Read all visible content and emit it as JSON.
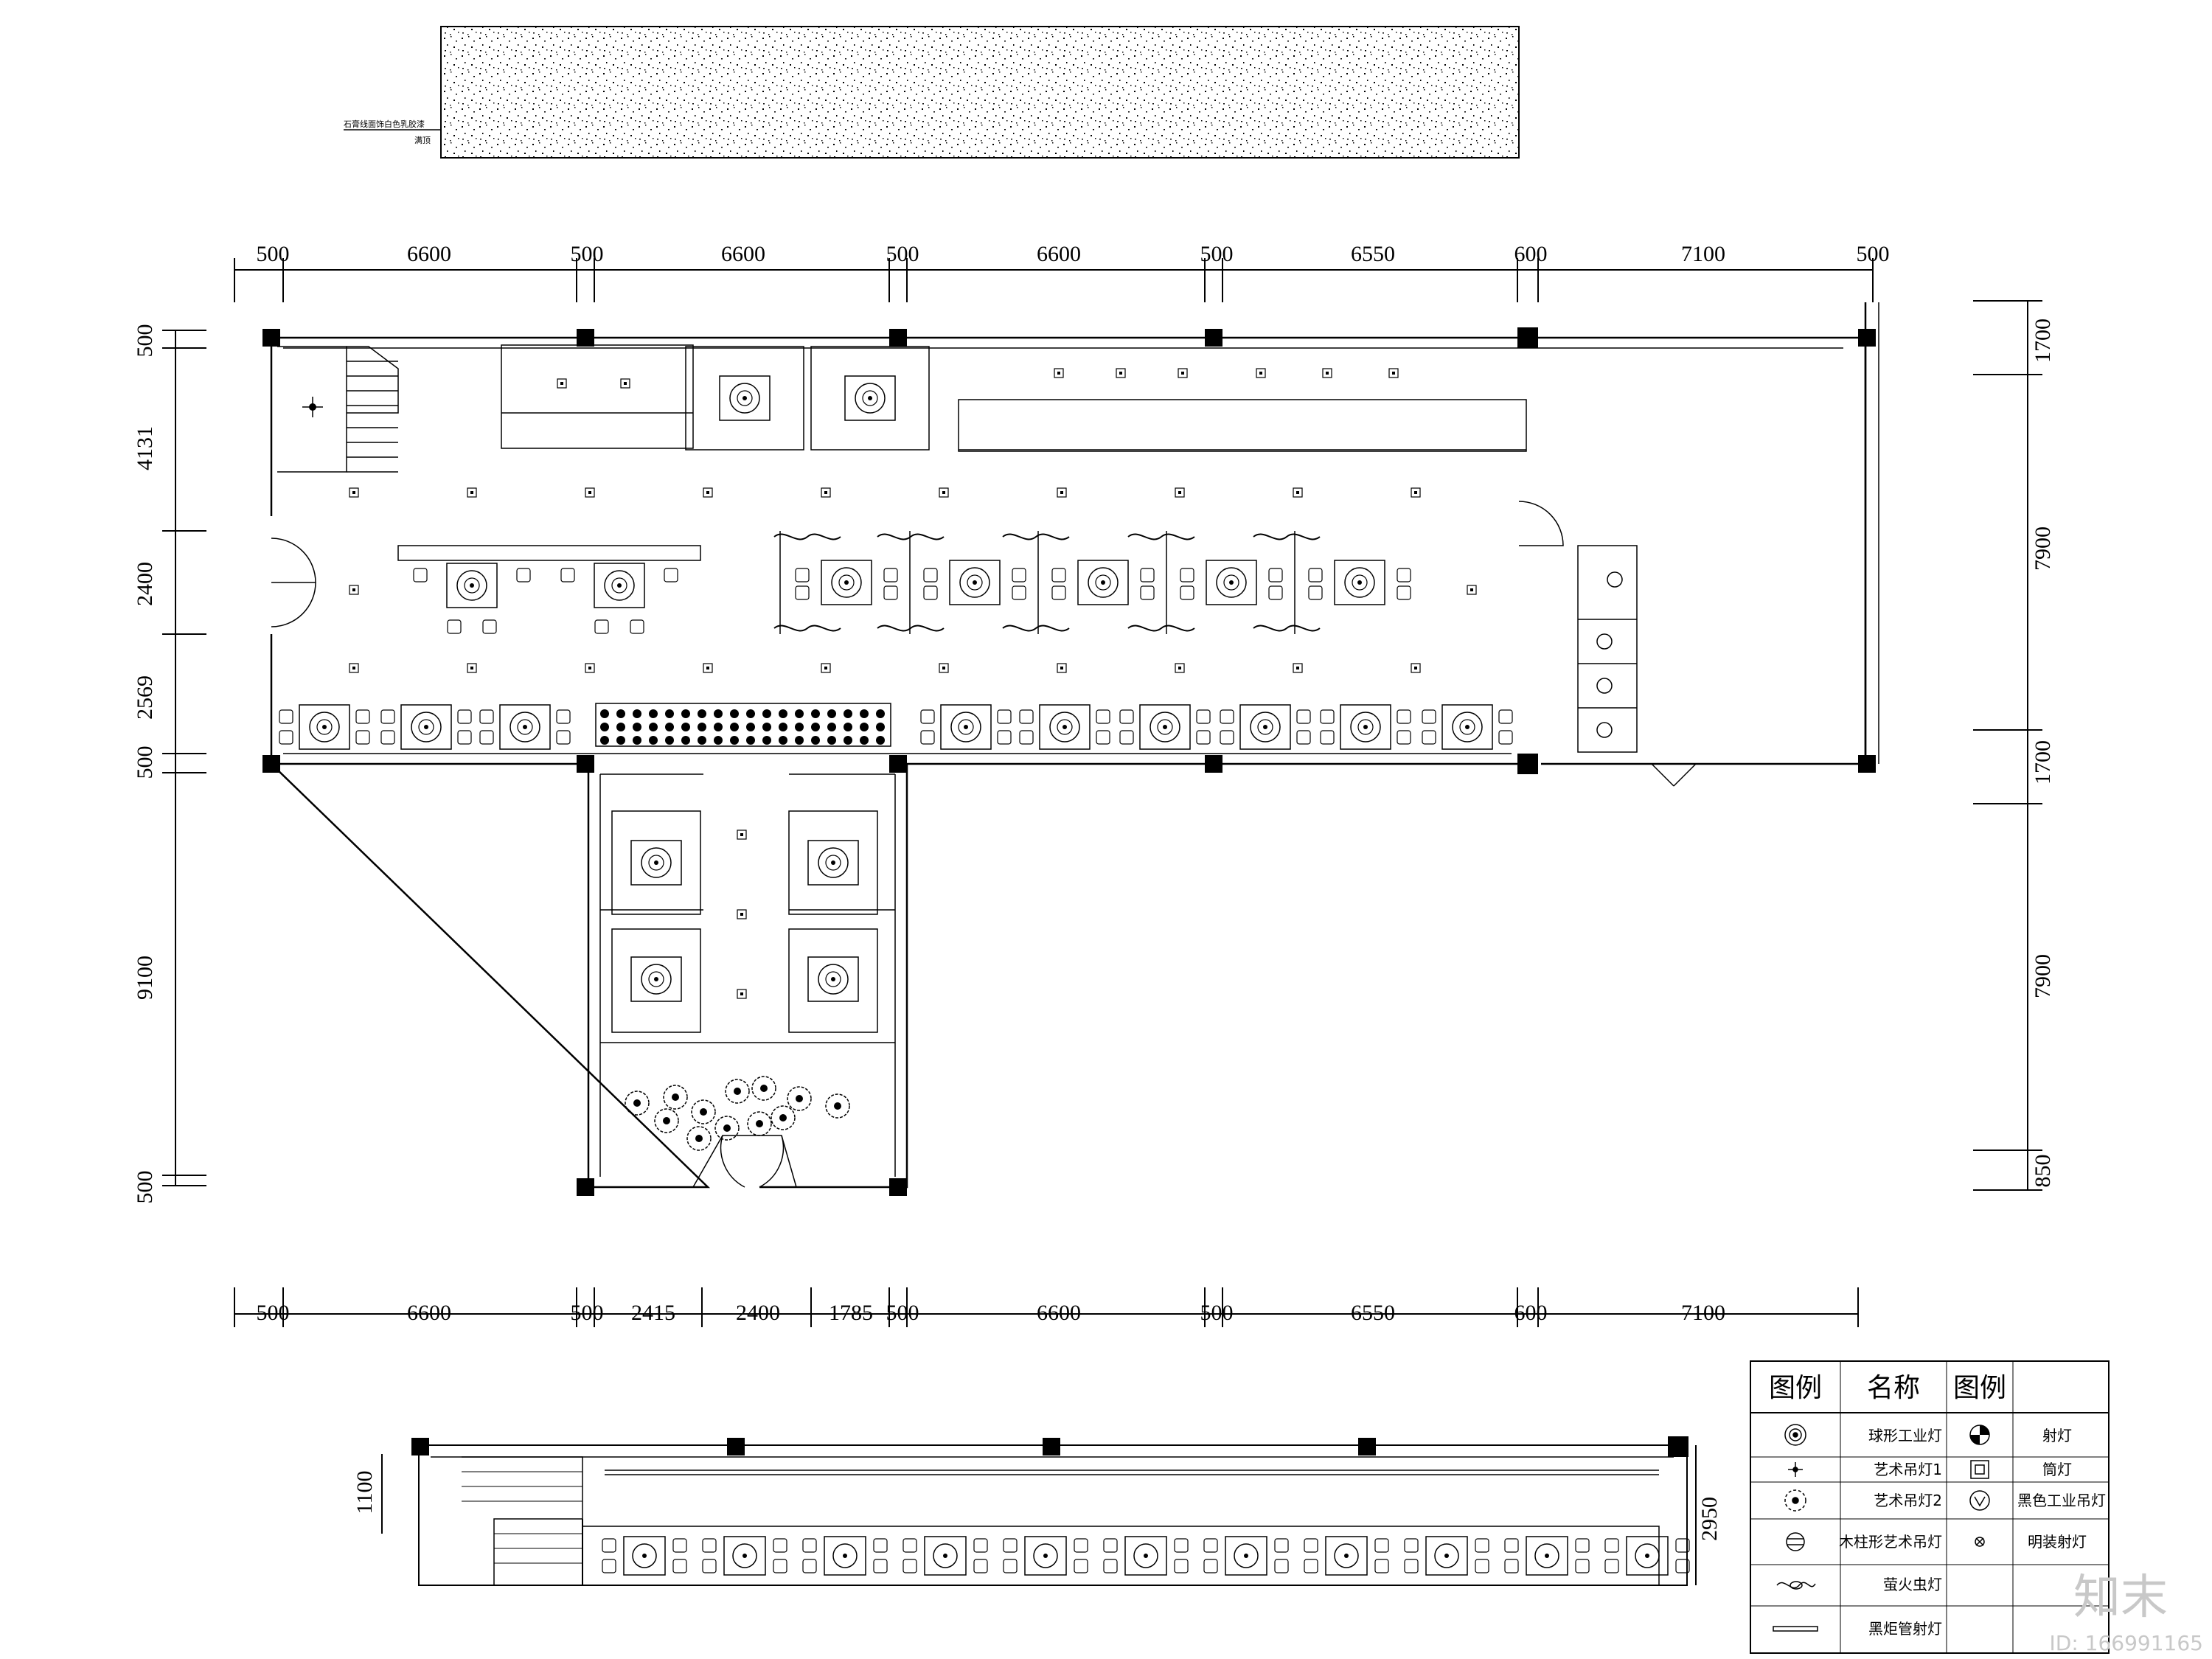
{
  "ceiling_note": {
    "line1": "石膏线面饰白色乳胶漆",
    "line2": "满顶"
  },
  "top_dimensions": [
    "500",
    "6600",
    "500",
    "6600",
    "500",
    "6600",
    "500",
    "6550",
    "600",
    "7100",
    "500"
  ],
  "bottom_dimensions": [
    "500",
    "6600",
    "500",
    "2415",
    "2400",
    "1785",
    "500",
    "6600",
    "500",
    "6550",
    "600",
    "7100"
  ],
  "left_dimensions": [
    "500",
    "4131",
    "2400",
    "2569",
    "500",
    "9100",
    "500"
  ],
  "right_dimensions": [
    "1700",
    "7900",
    "1700",
    "7900",
    "850"
  ],
  "mezzanine_dimensions": [
    "1100",
    "2950"
  ],
  "legend": {
    "header": [
      "图例",
      "名称",
      "图例",
      ""
    ],
    "rows": [
      {
        "left_icon": "ball-industrial-lamp-icon",
        "left_name": "球形工业灯",
        "right_icon": "spotlight-icon",
        "right_name": "射灯"
      },
      {
        "left_icon": "art-pendant-1-icon",
        "left_name": "艺术吊灯1",
        "right_icon": "downlight-icon",
        "right_name": "筒灯"
      },
      {
        "left_icon": "art-pendant-2-icon",
        "left_name": "艺术吊灯2",
        "right_icon": "black-industrial-pendant-icon",
        "right_name": "黑色工业吊灯"
      },
      {
        "left_icon": "wood-column-pendant-icon",
        "left_name": "木柱形艺术吊灯",
        "right_icon": "surface-spotlight-icon",
        "right_name": "明装射灯"
      },
      {
        "left_icon": "firefly-lamp-icon",
        "left_name": "萤火虫灯",
        "right_icon": "",
        "right_name": ""
      },
      {
        "left_icon": "black-track-tube-icon",
        "left_name": "黑炬管射灯",
        "right_icon": "",
        "right_name": ""
      }
    ]
  },
  "watermark": {
    "brand": "知末",
    "id": "ID: 166991165"
  }
}
